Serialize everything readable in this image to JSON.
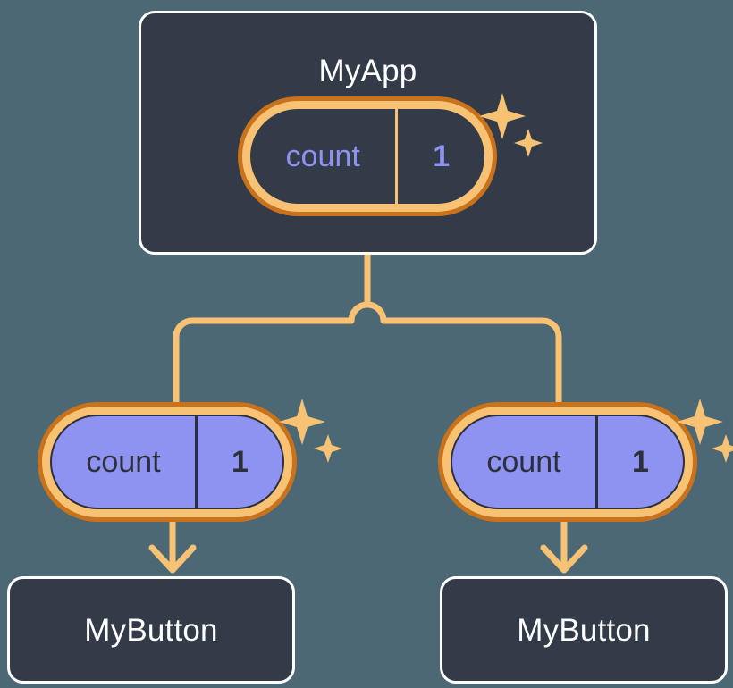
{
  "theme": {
    "background": "#4c6874",
    "card_fill": "#333a48",
    "card_border": "#ffffff",
    "ring_outer": "#c9721c",
    "ring_inner": "#f8c274",
    "accent_orange": "#f8c274",
    "accent_purple": "#8e92f0",
    "text_light": "#ffffff",
    "text_dark": "#2b303c"
  },
  "diagram": {
    "type": "component-state-tree",
    "root": {
      "name": "MyApp",
      "state": {
        "key": "count",
        "value": "1"
      }
    },
    "children": [
      {
        "state": {
          "key": "count",
          "value": "1"
        },
        "name": "MyButton"
      },
      {
        "state": {
          "key": "count",
          "value": "1"
        },
        "name": "MyButton"
      }
    ]
  },
  "nodes": {
    "myapp": {
      "title": "MyApp",
      "pill": {
        "key": "count",
        "value": "1"
      },
      "sparkle": "sparkle-icon"
    },
    "left": {
      "pill": {
        "key": "count",
        "value": "1"
      },
      "title": "MyButton",
      "sparkle": "sparkle-icon",
      "arrow": "arrow-down-icon"
    },
    "right": {
      "pill": {
        "key": "count",
        "value": "1"
      },
      "title": "MyButton",
      "sparkle": "sparkle-icon",
      "arrow": "arrow-down-icon"
    }
  }
}
